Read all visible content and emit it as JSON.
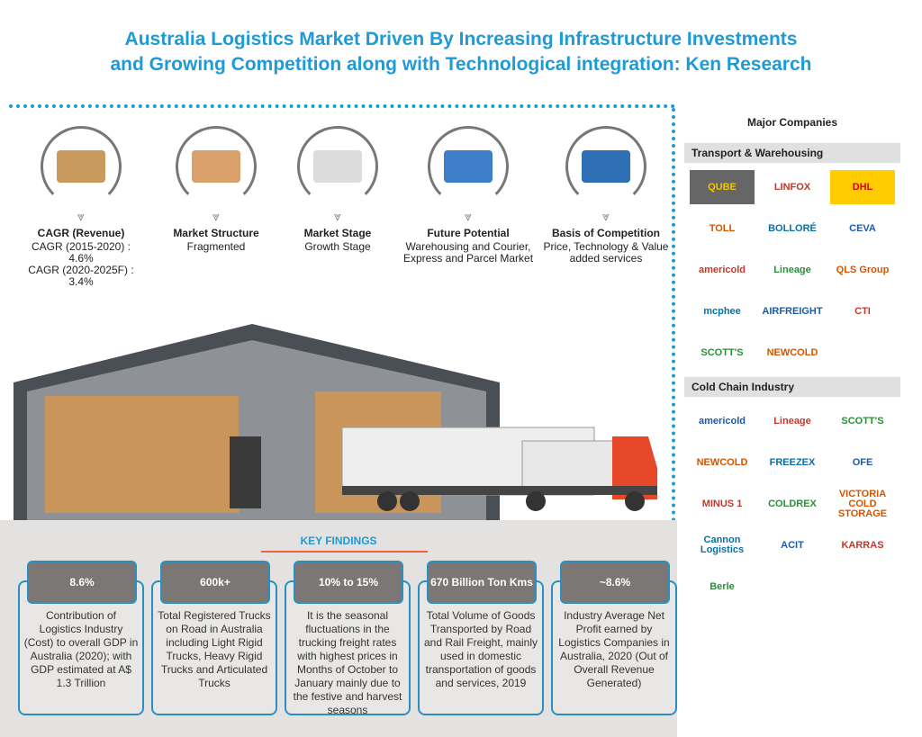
{
  "title": {
    "line1": "Australia Logistics Market Driven By Increasing Infrastructure Investments",
    "line2": "and Growing Competition along with Technological integration: Ken Research"
  },
  "features": [
    {
      "heading": "CAGR (Revenue)",
      "lines": [
        "CAGR (2015-2020) :",
        "4.6%",
        "CAGR (2020-2025F) :",
        "3.4%"
      ]
    },
    {
      "heading": "Market Structure",
      "lines": [
        "Fragmented"
      ]
    },
    {
      "heading": "Market Stage",
      "lines": [
        "Growth Stage"
      ]
    },
    {
      "heading": "Future Potential",
      "lines": [
        "Warehousing and Courier, Express and Parcel Market"
      ]
    },
    {
      "heading": "Basis of Competition",
      "lines": [
        "Price, Technology & Value added services"
      ]
    }
  ],
  "key_findings": {
    "title": "KEY FINDINGS",
    "cards": [
      {
        "value": "8.6%",
        "text": "Contribution of Logistics Industry (Cost) to overall GDP in Australia (2020); with GDP estimated at A$ 1.3 Trillion"
      },
      {
        "value": "600k+",
        "text": "Total Registered Trucks on Road in Australia including Light Rigid Trucks, Heavy Rigid Trucks and Articulated Trucks"
      },
      {
        "value": "10% to 15%",
        "text": "It is the seasonal fluctuations in the trucking freight rates with highest prices in Months of October to January mainly due to the festive and harvest seasons"
      },
      {
        "value": "670 Billion Ton Kms",
        "text": "Total Volume of Goods Transported by Road and Rail Freight, mainly used in domestic transportation of goods and services, 2019"
      },
      {
        "value": "~8.6%",
        "text": "Industry Average Net Profit earned by Logistics Companies in Australia, 2020 (Out of Overall Revenue Generated)"
      }
    ]
  },
  "companies": {
    "title": "Major Companies",
    "transport_title": "Transport & Warehousing",
    "transport": [
      "QUBE",
      "LINFOX",
      "DHL",
      "TOLL",
      "BOLLORÉ",
      "CEVA",
      "americold",
      "Lineage",
      "QLS Group",
      "mcphee",
      "AIRFREIGHT",
      "CTI",
      "SCOTT'S",
      "NEWCOLD"
    ],
    "cold_title": "Cold Chain Industry",
    "cold": [
      "americold",
      "Lineage",
      "SCOTT'S",
      "NEWCOLD",
      "FREEZEX",
      "OFE",
      "MINUS 1",
      "COLDREX",
      "VICTORIA COLD STORAGE",
      "Cannon Logistics",
      "ACIT",
      "KARRAS",
      "Berle"
    ]
  }
}
